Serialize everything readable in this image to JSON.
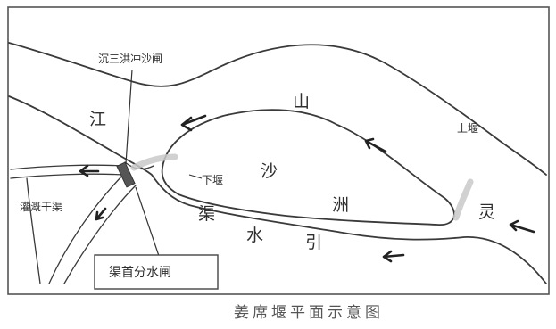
{
  "labels": {
    "gate_flush": "沉三洪冲沙闸",
    "upper_weir": "上堰",
    "lower_weir": "下堰",
    "river_jiang": "江",
    "river_ling": "灵",
    "island_sha": "沙",
    "island_zhou": "洲",
    "mountain": "山",
    "channel_qu": "渠",
    "channel_shui": "水",
    "channel_yin": "引",
    "irrigation_main": "灌溉干渠",
    "diversion_gate": "渠首分水闸"
  },
  "caption": "姜席堰平面示意图",
  "icons": {
    "flow_arrow": "arrow-left-icon"
  }
}
